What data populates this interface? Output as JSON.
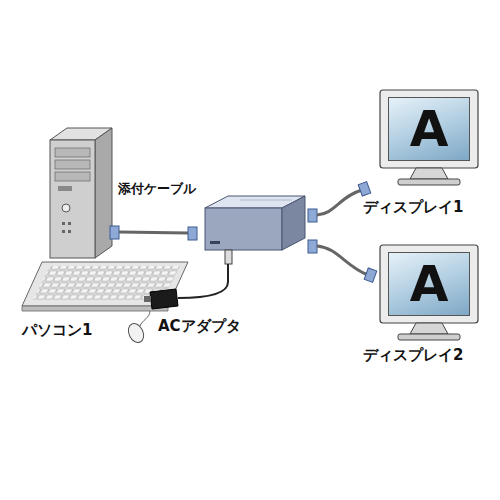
{
  "diagram": {
    "nodes": [
      {
        "text": [
          "パソコン1"
        ]
      },
      {
        "text": [
          "ACアダプタ"
        ]
      },
      {
        "text": [
          "A",
          "ディスプレイ1"
        ]
      },
      {
        "text": [
          "A",
          "ディスプレイ2"
        ]
      }
    ],
    "labels": [
      "添付ケーブル"
    ]
  }
}
